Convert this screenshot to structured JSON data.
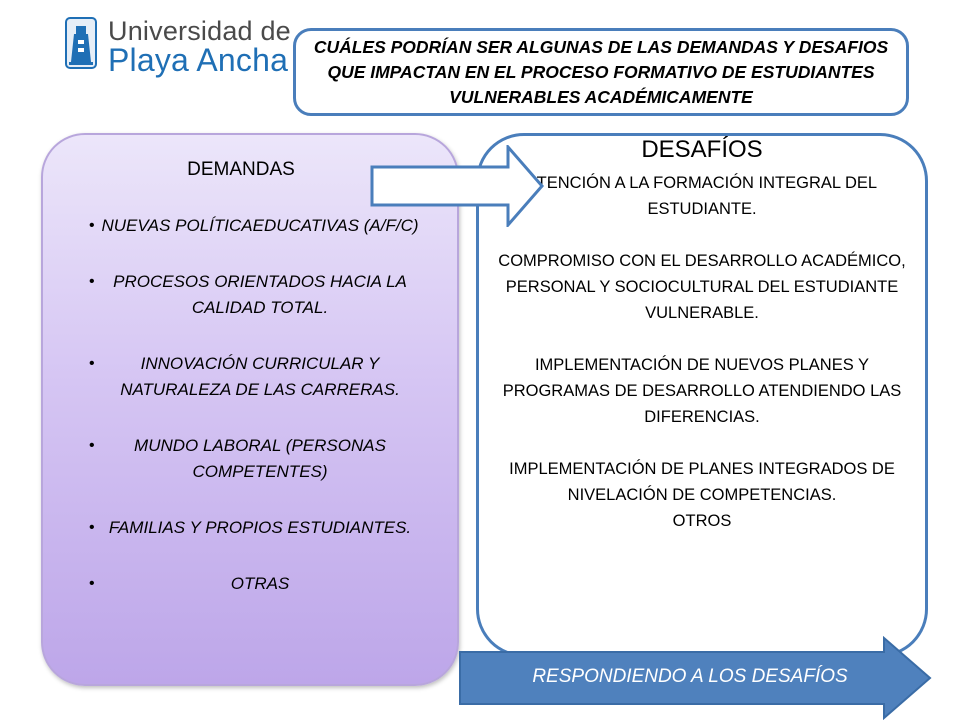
{
  "logo": {
    "line1": "Universidad de",
    "line2": "Playa Ancha"
  },
  "title": "CUÁLES   PODRÍAN SER  ALGUNAS DE LAS DEMANDAS Y DESAFIOS QUE IMPACTAN EN EL PROCESO FORMATIVO DE ESTUDIANTES VULNERABLES ACADÉMICAMENTE",
  "demandas": {
    "heading": "DEMANDAS",
    "bullet": "•",
    "items": [
      "NUEVAS POLÍTICAEDUCATIVAS (A/F/C)",
      "PROCESOS ORIENTADOS HACIA LA  CALIDAD TOTAL.",
      "INNOVACIÓN CURRICULAR  Y NATURALEZA DE LAS CARRERAS.",
      "MUNDO LABORAL (PERSONAS COMPETENTES)",
      "FAMILIAS Y PROPIOS ESTUDIANTES.",
      "OTRAS"
    ]
  },
  "desafios": {
    "heading": "DESAFÍOS",
    "items": [
      "ATENCIÓN A LA FORMACIÓN INTEGRAL DEL ESTUDIANTE.",
      "COMPROMISO CON EL DESARROLLO ACADÉMICO, PERSONAL Y SOCIOCULTURAL  DEL  ESTUDIANTE VULNERABLE.",
      "IMPLEMENTACIÓN DE NUEVOS PLANES Y PROGRAMAS DE DESARROLLO ATENDIENDO LAS DIFERENCIAS.",
      "IMPLEMENTACIÓN DE PLANES INTEGRADOS DE NIVELACIÓN DE COMPETENCIAS.",
      "OTROS"
    ]
  },
  "bottom_arrow": {
    "label": "RESPONDIENDO A LOS DESAFÍOS"
  },
  "colors": {
    "box_border": "#4a7ebb",
    "arrow_fill": "#4f81bd",
    "demandas_fill": "#c9b6f0",
    "logo_blue": "#1f6fb5"
  }
}
